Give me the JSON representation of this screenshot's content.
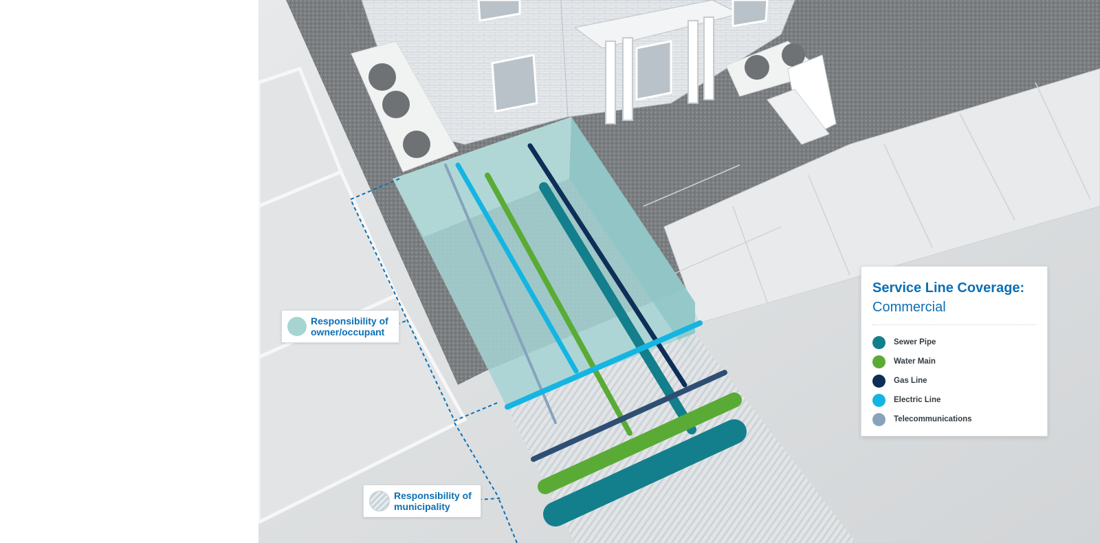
{
  "callouts": {
    "owner": {
      "line1": "Responsibility of",
      "line2": "owner/occupant"
    },
    "municipality": {
      "line1": "Responsibility of",
      "line2": "municipality"
    }
  },
  "legend": {
    "title": "Service Line Coverage:",
    "subtitle": "Commercial",
    "items": [
      {
        "label": "Sewer Pipe",
        "color": "#137f8c"
      },
      {
        "label": "Water Main",
        "color": "#5aab35"
      },
      {
        "label": "Gas Line",
        "color": "#0d2e57"
      },
      {
        "label": "Electric Line",
        "color": "#14b5e2"
      },
      {
        "label": "Telecommunications",
        "color": "#86a3bb"
      }
    ]
  },
  "colors": {
    "owner_zone": "#a6d4d3",
    "accent": "#0b6fb5"
  }
}
